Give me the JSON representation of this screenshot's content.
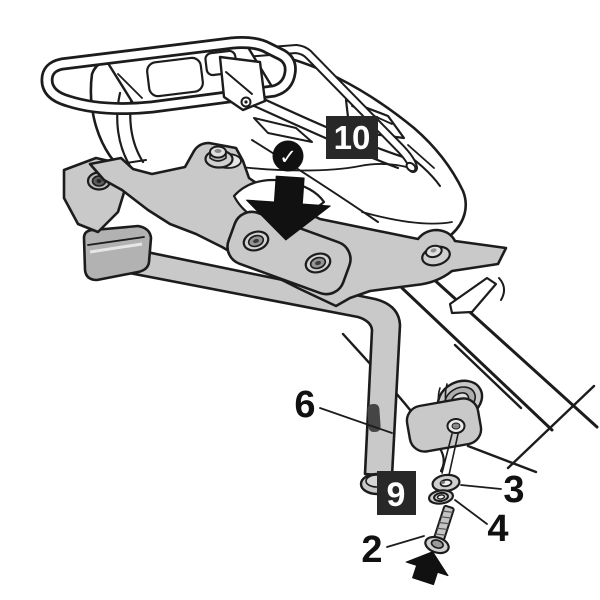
{
  "figure": {
    "kind": "luggage-rack-installation-diagram",
    "background": "#ffffff",
    "colors": {
      "line": "#1c1c1c",
      "bracket_fill": "#c9c9c9",
      "label_box_bg": "#282828",
      "label_box_text": "#ffffff",
      "callout_text": "#111111",
      "annotation_black": "#111111"
    },
    "callouts": {
      "step_10": {
        "label": "10"
      },
      "step_9": {
        "label": "9"
      },
      "part_6": {
        "label": "6"
      },
      "part_3": {
        "label": "3"
      },
      "part_4": {
        "label": "4"
      },
      "part_2": {
        "label": "2"
      }
    },
    "icons": {
      "check": "✓",
      "down_arrow": "arrow-down",
      "up_arrow": "arrow-up"
    }
  }
}
